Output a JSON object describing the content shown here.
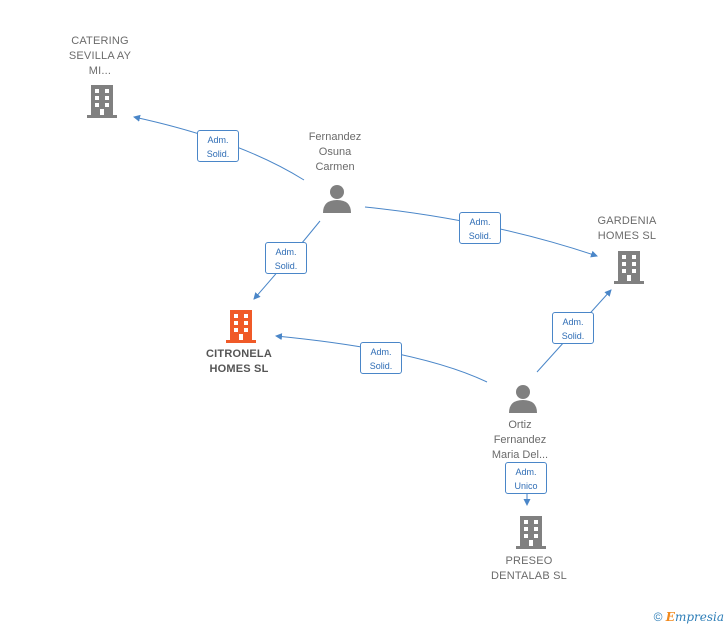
{
  "colors": {
    "company": "#808080",
    "focal": "#f05a28",
    "person": "#808080",
    "edge": "#4a86c8"
  },
  "nodes": {
    "catering": {
      "name": "CATERING SEVILLA AY MI...",
      "line1": "CATERING",
      "line2": "SEVILLA AY",
      "line3": "MI...",
      "icon": "building-icon"
    },
    "fernandez": {
      "line1": "Fernandez",
      "line2": "Osuna",
      "line3": "Carmen",
      "icon": "person-icon"
    },
    "gardenia": {
      "line1": "GARDENIA",
      "line2": "HOMES  SL",
      "icon": "building-icon"
    },
    "citronela": {
      "line1": "CITRONELA",
      "line2": "HOMES  SL",
      "icon": "building-icon"
    },
    "ortiz": {
      "line1": "Ortiz",
      "line2": "Fernandez",
      "line3": "Maria Del...",
      "icon": "person-icon"
    },
    "preseo": {
      "line1": "PRESEO",
      "line2": "DENTALAB  SL",
      "icon": "building-icon"
    }
  },
  "edges": [
    {
      "from": "fernandez",
      "to": "catering",
      "role1": "Adm.",
      "role2": "Solid."
    },
    {
      "from": "fernandez",
      "to": "citronela",
      "role1": "Adm.",
      "role2": "Solid."
    },
    {
      "from": "fernandez",
      "to": "gardenia",
      "role1": "Adm.",
      "role2": "Solid."
    },
    {
      "from": "ortiz",
      "to": "citronela",
      "role1": "Adm.",
      "role2": "Solid."
    },
    {
      "from": "ortiz",
      "to": "gardenia",
      "role1": "Adm.",
      "role2": "Solid."
    },
    {
      "from": "ortiz",
      "to": "preseo",
      "role1": "Adm.",
      "role2": "Unico"
    }
  ],
  "footer": {
    "copyright": "©",
    "brand_first": "E",
    "brand_rest": "mpresia"
  }
}
